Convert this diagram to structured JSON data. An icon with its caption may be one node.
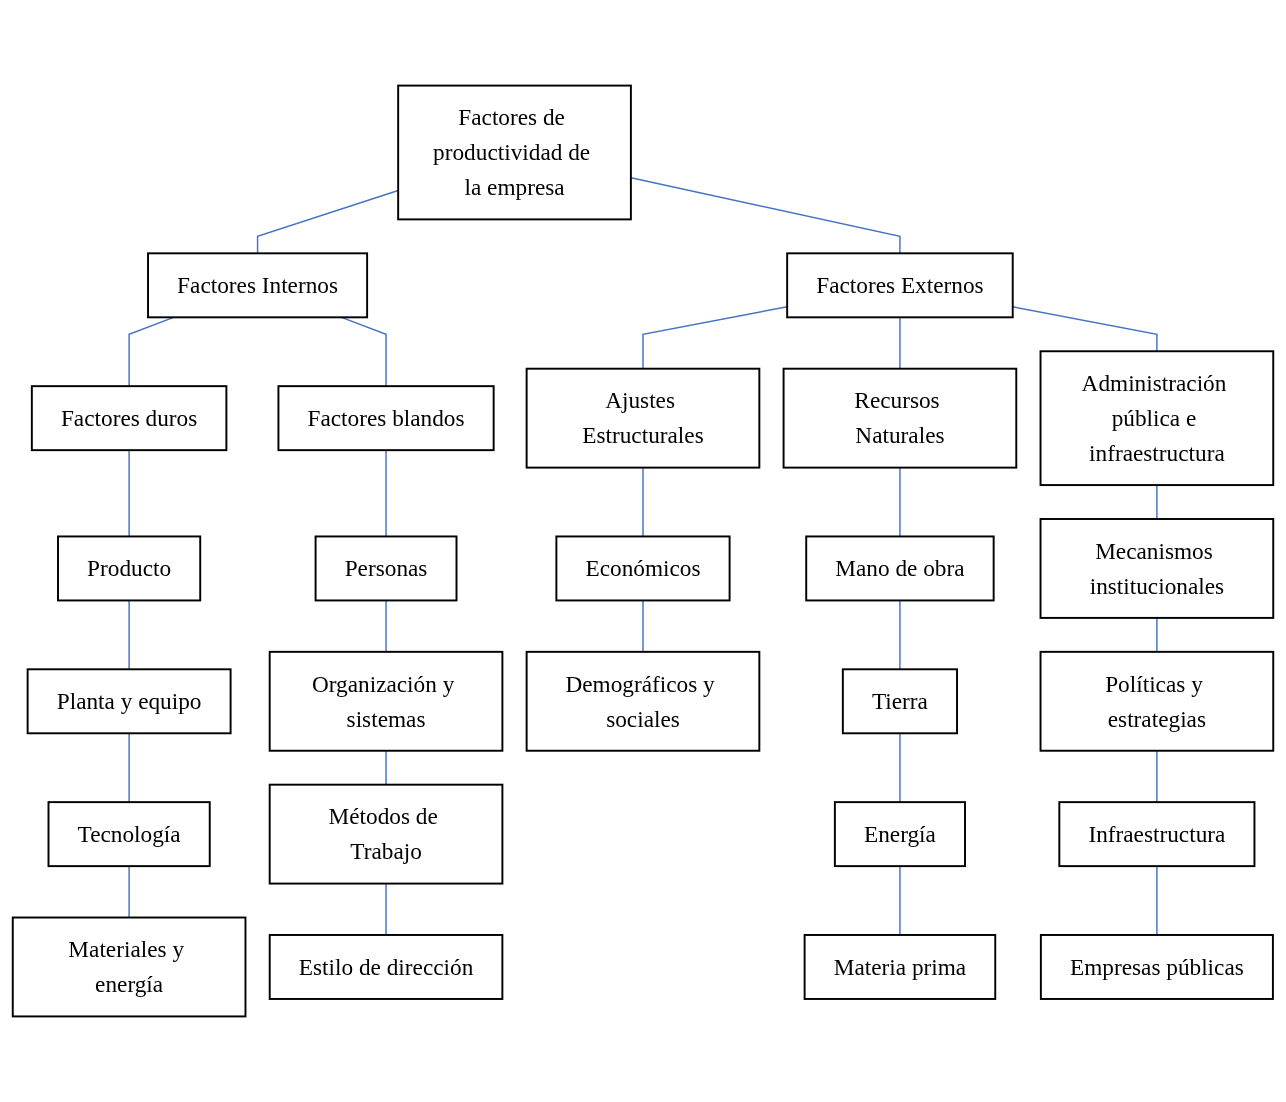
{
  "diagram": {
    "nodes": [
      {
        "text": [
          "Factores de productividad de la empresa"
        ]
      },
      {
        "text": [
          "Factores Internos"
        ]
      },
      {
        "text": [
          "Factores Externos"
        ]
      },
      {
        "text": [
          "Factores duros"
        ]
      },
      {
        "text": [
          "Factores blandos"
        ]
      },
      {
        "text": [
          "Ajustes Estructurales"
        ]
      },
      {
        "text": [
          "Recursos Naturales"
        ]
      },
      {
        "text": [
          "Administración pública e infraestructura"
        ]
      },
      {
        "text": [
          "Producto"
        ]
      },
      {
        "text": [
          "Planta y equipo"
        ]
      },
      {
        "text": [
          "Tecnología"
        ]
      },
      {
        "text": [
          "Materiales y energía"
        ]
      },
      {
        "text": [
          "Personas"
        ]
      },
      {
        "text": [
          "Organización y sistemas"
        ]
      },
      {
        "text": [
          "Métodos de Trabajo"
        ]
      },
      {
        "text": [
          "Estilo de dirección"
        ]
      },
      {
        "text": [
          "Económicos"
        ]
      },
      {
        "text": [
          "Demográficos y sociales"
        ]
      },
      {
        "text": [
          "Mano de obra"
        ]
      },
      {
        "text": [
          "Tierra"
        ]
      },
      {
        "text": [
          "Energía"
        ]
      },
      {
        "text": [
          "Materia prima"
        ]
      },
      {
        "text": [
          "Mecanismos institucionales"
        ]
      },
      {
        "text": [
          "Políticas y estrategias"
        ]
      },
      {
        "text": [
          "Infraestructura"
        ]
      },
      {
        "text": [
          "Empresas públicas"
        ]
      }
    ],
    "edges": [
      {
        "from": 0,
        "to": 1,
        "arrow": "none"
      },
      {
        "from": 0,
        "to": 2,
        "arrow": "none"
      },
      {
        "from": 1,
        "to": 3,
        "arrow": "none"
      },
      {
        "from": 1,
        "to": 4,
        "arrow": "none"
      },
      {
        "from": 2,
        "to": 5,
        "arrow": "none"
      },
      {
        "from": 2,
        "to": 6,
        "arrow": "none"
      },
      {
        "from": 2,
        "to": 7,
        "arrow": "none"
      },
      {
        "from": 3,
        "to": 8,
        "arrow": "none"
      },
      {
        "from": 8,
        "to": 9,
        "arrow": "none"
      },
      {
        "from": 9,
        "to": 10,
        "arrow": "none"
      },
      {
        "from": 10,
        "to": 11,
        "arrow": "none"
      },
      {
        "from": 4,
        "to": 12,
        "arrow": "none"
      },
      {
        "from": 12,
        "to": 13,
        "arrow": "none"
      },
      {
        "from": 13,
        "to": 14,
        "arrow": "none"
      },
      {
        "from": 14,
        "to": 15,
        "arrow": "none"
      },
      {
        "from": 5,
        "to": 16,
        "arrow": "none"
      },
      {
        "from": 16,
        "to": 17,
        "arrow": "none"
      },
      {
        "from": 6,
        "to": 18,
        "arrow": "none"
      },
      {
        "from": 18,
        "to": 19,
        "arrow": "none"
      },
      {
        "from": 19,
        "to": 20,
        "arrow": "none"
      },
      {
        "from": 20,
        "to": 21,
        "arrow": "none"
      },
      {
        "from": 7,
        "to": 22,
        "arrow": "none"
      },
      {
        "from": 22,
        "to": 23,
        "arrow": "none"
      },
      {
        "from": 23,
        "to": 24,
        "arrow": "none"
      },
      {
        "from": 24,
        "to": 25,
        "arrow": "none"
      }
    ]
  }
}
